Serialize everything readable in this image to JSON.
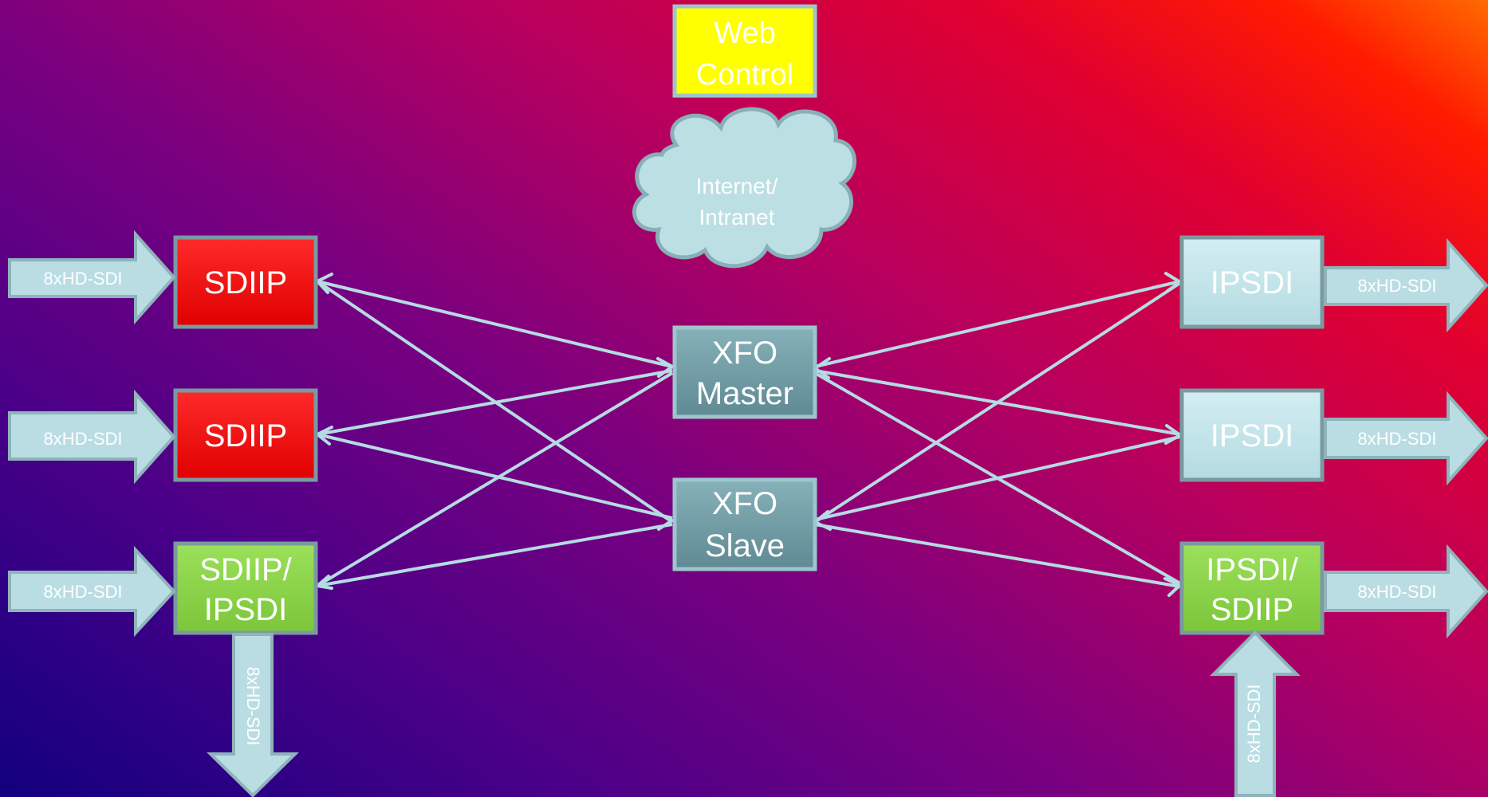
{
  "colors": {
    "link": "#b5dbe3",
    "arrow_fill": "#b9dde3",
    "arrow_stroke": "#8fb3bb",
    "red_box": "#ff0000",
    "green_box": "#8ed64a",
    "light_box": "#c4e7ec",
    "slate_box": "#6f9aa3",
    "yellow_box": "#ffff00",
    "cloud": "#bcdfe3"
  },
  "nodes": {
    "web_control": {
      "line1": "Web",
      "line2": "Control"
    },
    "cloud": {
      "line1": "Internet/",
      "line2": "Intranet"
    },
    "xfo_master": {
      "line1": "XFO",
      "line2": "Master"
    },
    "xfo_slave": {
      "line1": "XFO",
      "line2": "Slave"
    },
    "sdiip_1": {
      "label": "SDIIP"
    },
    "sdiip_2": {
      "label": "SDIIP"
    },
    "sdiip_ipsdi": {
      "line1": "SDIIP/",
      "line2": "IPSDI"
    },
    "ipsdi_1": {
      "label": "IPSDI"
    },
    "ipsdi_2": {
      "label": "IPSDI"
    },
    "ipsdi_sdiip": {
      "line1": "IPSDI/",
      "line2": "SDIIP"
    }
  },
  "io_arrows": {
    "in_1": "8xHD-SDI",
    "in_2": "8xHD-SDI",
    "in_3": "8xHD-SDI",
    "out_down_left": "8xHD-SDI",
    "out_1": "8xHD-SDI",
    "out_2": "8xHD-SDI",
    "out_3": "8xHD-SDI",
    "in_up_right": "8xHD-SDI"
  }
}
